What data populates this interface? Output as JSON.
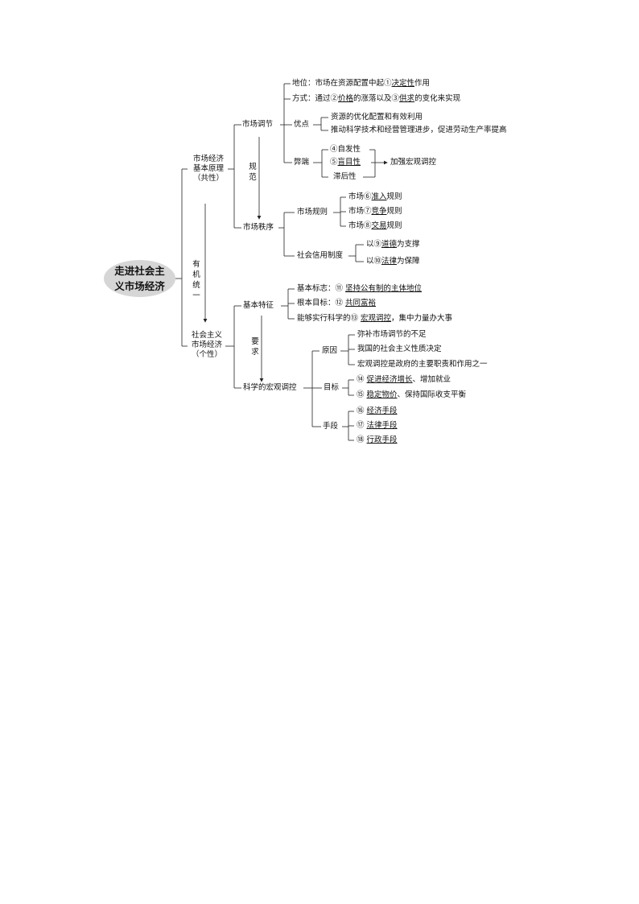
{
  "root": {
    "line1": "走进社会主",
    "line2": "义市场经济"
  },
  "connectors": {
    "organic_unity": "有机统一",
    "regulate": "规范",
    "require": "要求"
  },
  "mkt_econ": {
    "line1": "市场经济",
    "line2": "基本原理",
    "line3": "（共性）"
  },
  "soc_econ": {
    "line1": "社会主义",
    "line2": "市场经济",
    "line3": "（个性）"
  },
  "market_reg": {
    "label": "市场调节",
    "status": {
      "prefix": "地位：市场在资源配置中起①",
      "key": "决定性",
      "suffix": "作用"
    },
    "method": {
      "prefix": "方式：通过②",
      "key1": "价格",
      "mid": "的涨落以及③",
      "key2": "供求",
      "suffix": "的变化来实现"
    },
    "merits": {
      "label": "优点",
      "item1": "资源的优化配置和有效利用",
      "item2": "推动科学技术和经营管理进步，促进劳动生产率提高"
    },
    "flaws": {
      "label": "弊端",
      "item1": "④自发性",
      "item2_num": "⑤",
      "item2_key": "盲目性",
      "item3": "滞后性",
      "result": "加强宏观调控"
    }
  },
  "market_order": {
    "label": "市场秩序",
    "rules": {
      "label": "市场规则",
      "r1_pre": "市场⑥",
      "r1_key": "准入",
      "r1_suf": "规则",
      "r2_pre": "市场⑦",
      "r2_key": "竞争",
      "r2_suf": "规则",
      "r3_pre": "市场⑧",
      "r3_key": "交易",
      "r3_suf": "规则"
    },
    "credit": {
      "label": "社会信用制度",
      "c1_pre": "以⑨",
      "c1_key": "道德",
      "c1_suf": "为支撑",
      "c2_pre": "以⑩",
      "c2_key": "法律",
      "c2_suf": "为保障"
    }
  },
  "basic_features": {
    "label": "基本特征",
    "f1_pre": "基本标志：⑪ ",
    "f1_key": "坚持公有制的主体地位",
    "f2_pre": "根本目标：⑫ ",
    "f2_key": "共同富裕",
    "f3_pre": "能够实行科学的⑬ ",
    "f3_key": "宏观调控",
    "f3_suf": "，集中力量办大事"
  },
  "macro": {
    "label": "科学的宏观调控",
    "reasons": {
      "label": "原因",
      "r1": "弥补市场调节的不足",
      "r2": "我国的社会主义性质决定",
      "r3": "宏观调控是政府的主要职责和作用之一"
    },
    "goals": {
      "label": "目标",
      "g1_pre": "⑭ ",
      "g1_key": "促进经济增长",
      "g1_suf": "、增加就业",
      "g2_pre": "⑮ ",
      "g2_key": "稳定物价",
      "g2_suf": "、保持国际收支平衡"
    },
    "means": {
      "label": "手段",
      "m1_pre": "⑯ ",
      "m1_key": "经济手段",
      "m2_pre": "⑰ ",
      "m2_key": "法律手段",
      "m3_pre": "⑱ ",
      "m3_key": "行政手段"
    }
  }
}
